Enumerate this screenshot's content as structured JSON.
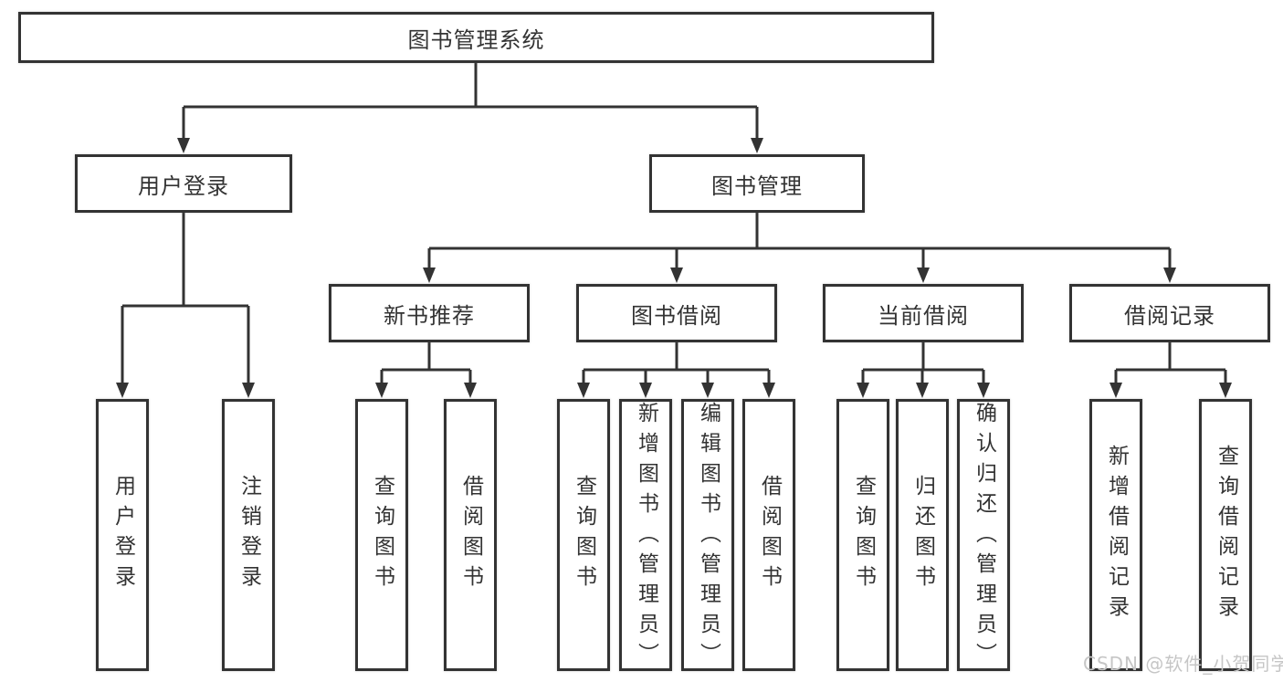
{
  "colors": {
    "line": "#333333",
    "border": "#333333",
    "text": "#333333",
    "background": "#ffffff",
    "watermark": "#c6c6c6"
  },
  "watermark": {
    "text": "CSDN @软件_小贺同学"
  },
  "nodes": {
    "root": {
      "label": "图书管理系统"
    },
    "user_login": {
      "label": "用户登录"
    },
    "book_management": {
      "label": "图书管理"
    },
    "new_book_recommend": {
      "label": "新书推荐"
    },
    "book_borrowing": {
      "label": "图书借阅"
    },
    "current_borrowing": {
      "label": "当前借阅"
    },
    "borrowing_records": {
      "label": "借阅记录"
    },
    "leaf_user_login": {
      "label": "用户登录"
    },
    "leaf_logout": {
      "label": "注销登录"
    },
    "leaf_query_books_recommend": {
      "label": "查询图书"
    },
    "leaf_borrow_books_recommend": {
      "label": "借阅图书"
    },
    "leaf_query_books_borrowing": {
      "label": "查询图书"
    },
    "leaf_add_books_admin": {
      "label": "新增图书（管理员）"
    },
    "leaf_edit_books_admin": {
      "label": "编辑图书（管理员）"
    },
    "leaf_borrow_books_borrowing": {
      "label": "借阅图书"
    },
    "leaf_query_books_current": {
      "label": "查询图书"
    },
    "leaf_return_books": {
      "label": "归还图书"
    },
    "leaf_confirm_return_admin": {
      "label": "确认归还（管理员）"
    },
    "leaf_add_borrow_record": {
      "label": "新增借阅记录"
    },
    "leaf_query_borrow_record": {
      "label": "查询借阅记录"
    }
  }
}
